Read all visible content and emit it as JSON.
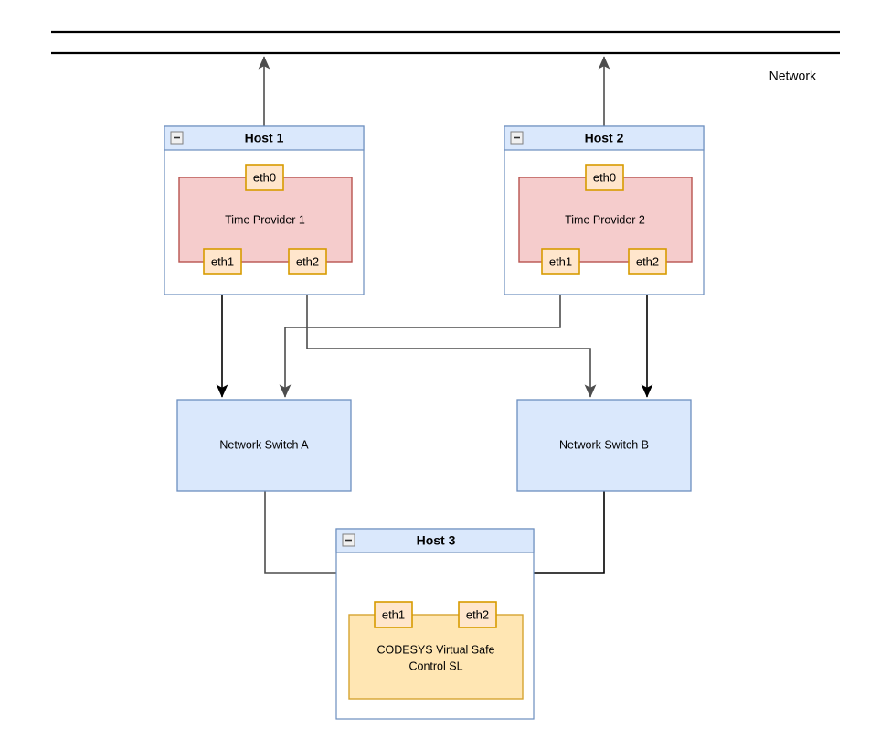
{
  "diagram": {
    "title_label": "Network",
    "network_bus": {
      "label": "Network",
      "line_color": "#000000"
    },
    "hosts": [
      {
        "id": "host1",
        "title": "Host 1",
        "collapse_icon": "minus-icon",
        "inner": {
          "label": "Time Provider 1",
          "fill": "#f5cccc",
          "stroke": "#b85450"
        },
        "ports": [
          {
            "name": "eth0",
            "position": "top"
          },
          {
            "name": "eth1",
            "position": "bottom-left"
          },
          {
            "name": "eth2",
            "position": "bottom-right"
          }
        ]
      },
      {
        "id": "host2",
        "title": "Host 2",
        "collapse_icon": "minus-icon",
        "inner": {
          "label": "Time Provider 2",
          "fill": "#f5cccc",
          "stroke": "#b85450"
        },
        "ports": [
          {
            "name": "eth0",
            "position": "top"
          },
          {
            "name": "eth1",
            "position": "bottom-left"
          },
          {
            "name": "eth2",
            "position": "bottom-right"
          }
        ]
      },
      {
        "id": "host3",
        "title": "Host 3",
        "collapse_icon": "minus-icon",
        "inner": {
          "label_line1": "CODESYS Virtual Safe",
          "label_line2": "Control SL",
          "fill": "#ffe6b3",
          "stroke": "#d6a431"
        },
        "ports": [
          {
            "name": "eth1",
            "position": "top-left"
          },
          {
            "name": "eth2",
            "position": "top-right"
          }
        ]
      }
    ],
    "switches": [
      {
        "id": "switch_a",
        "label": "Network Switch A",
        "fill": "#dae8fc",
        "stroke": "#6c8ebf"
      },
      {
        "id": "switch_b",
        "label": "Network Switch B",
        "fill": "#dae8fc",
        "stroke": "#6c8ebf"
      }
    ],
    "colors": {
      "host_header_fill": "#dae8fc",
      "host_header_stroke": "#6c8ebf",
      "host_body_fill": "#ffffff",
      "port_fill": "#ffe6cc",
      "port_stroke": "#d79b00",
      "provider_fill": "#f5cccc",
      "provider_stroke": "#b85450",
      "codesys_fill": "#ffe6b3",
      "codesys_stroke": "#d6a431",
      "switch_fill": "#dae8fc",
      "switch_stroke": "#6c8ebf",
      "edge": "#000000",
      "edge_gray": "#4d4d4d"
    },
    "connections": [
      {
        "from": "host1.eth0",
        "to": "network",
        "style": "straight-up-arrow"
      },
      {
        "from": "host2.eth0",
        "to": "network",
        "style": "straight-up-arrow"
      },
      {
        "from": "host1.eth1",
        "to": "switch_a",
        "style": "straight-down-arrow"
      },
      {
        "from": "host1.eth2",
        "to": "switch_b",
        "style": "orthogonal-right"
      },
      {
        "from": "host2.eth1",
        "to": "switch_a",
        "style": "orthogonal-left"
      },
      {
        "from": "host2.eth2",
        "to": "switch_b",
        "style": "straight-down-arrow"
      },
      {
        "from": "switch_a",
        "to": "host3.eth1",
        "style": "orthogonal-right"
      },
      {
        "from": "switch_b",
        "to": "host3.eth2",
        "style": "orthogonal-left"
      }
    ]
  }
}
